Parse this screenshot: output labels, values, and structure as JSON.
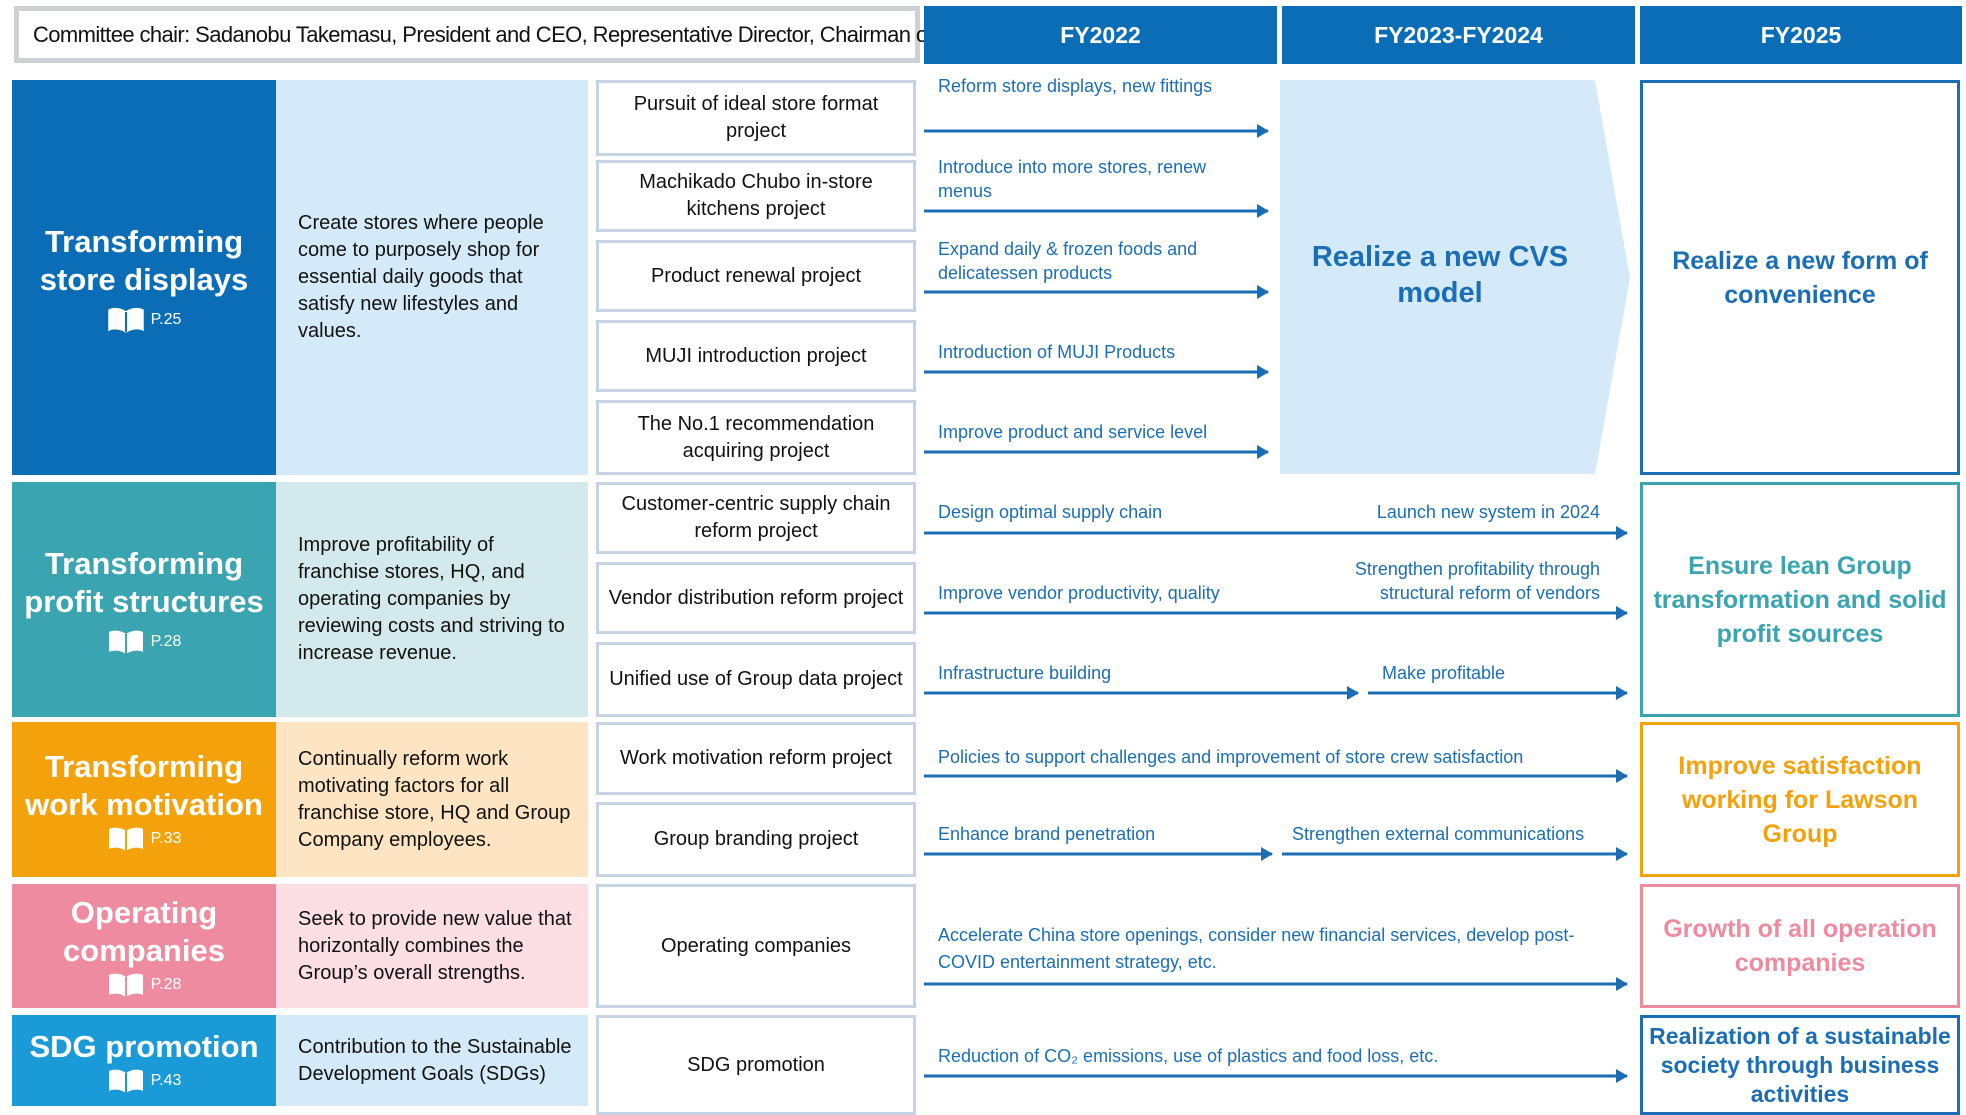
{
  "header": {
    "chair": "Committee chair: Sadanobu Takemasu, President and CEO, Representative Director, Chairman of the Board and CSO*",
    "fy_columns": [
      "FY2022",
      "FY2023-FY2024",
      "FY2025"
    ]
  },
  "middle_goal": "Realize a new CVS model",
  "categories": [
    {
      "title": "Transforming store displays",
      "page": "P.25",
      "color": "#0a6db6",
      "desc_bg": "#d4eaf8",
      "description": "Create stores where people come to purposely shop for essential daily goods that satisfy new lifestyles and values.",
      "goal": "Realize a new form of convenience",
      "goal_color": "#1c6eb4"
    },
    {
      "title": "Transforming profit structures",
      "page": "P.28",
      "color": "#3aa5b0",
      "desc_bg": "#d3e9ec",
      "description": "Improve profitability of franchise stores, HQ, and operating companies by reviewing costs and striving to increase revenue.",
      "goal": "Ensure lean Group transformation and solid profit sources",
      "goal_color": "#3aa5b0"
    },
    {
      "title": "Transforming work motivation",
      "page": "P.33",
      "color": "#f4a20c",
      "desc_bg": "#fde5c4",
      "description": "Continually reform work motivating factors for all franchise store, HQ and Group Company employees.",
      "goal": "Improve satisfaction working for Lawson Group",
      "goal_color": "#f4a20c"
    },
    {
      "title": "Operating companies",
      "page": "P.28",
      "color": "#ef8ba0",
      "desc_bg": "#fbdfe4",
      "description": "Seek to provide new value that horizontally combines the Group’s overall strengths.",
      "goal": "Growth of all operation companies",
      "goal_color": "#ef8ba0"
    },
    {
      "title": "SDG promotion",
      "page": "P.43",
      "color": "#1a9ad7",
      "desc_bg": "#d4eaf8",
      "description": "Contribution to the Sustainable Development Goals (SDGs)",
      "goal": "Realization of a sustainable society through business activities",
      "goal_color": "#1c6eb4"
    }
  ],
  "projects": [
    "Pursuit of ideal store format project",
    "Machikado Chubo in-store kitchens project",
    "Product renewal project",
    "MUJI introduction project",
    "The No.1 recommendation acquiring project",
    "Customer-centric supply chain reform project",
    "Vendor distribution reform project",
    "Unified use of Group data project",
    "Work motivation reform project",
    "Group branding project",
    "Operating companies",
    "SDG promotion"
  ],
  "timeline_labels": {
    "r1": "Reform store displays, new fittings",
    "r2": "Introduce into more stores, renew menus",
    "r3": "Expand daily & frozen foods and delicatessen products",
    "r4": "Introduction of MUJI Products",
    "r5": "Improve product and service level",
    "r6a": "Design optimal supply chain",
    "r6b": "Launch new system in 2024",
    "r7a": "Improve vendor productivity, quality",
    "r7b": "Strengthen profitability through structural reform of vendors",
    "r8a": "Infrastructure building",
    "r8b": "Make profitable",
    "r9": "Policies to support challenges and improvement of store crew satisfaction",
    "r10a": "Enhance brand penetration",
    "r10b": "Strengthen external communications",
    "r11": "Accelerate China store openings, consider new financial services, develop post-COVID entertainment strategy, etc.",
    "r12": "Reduction of CO₂ emissions, use of plastics and food loss, etc."
  }
}
